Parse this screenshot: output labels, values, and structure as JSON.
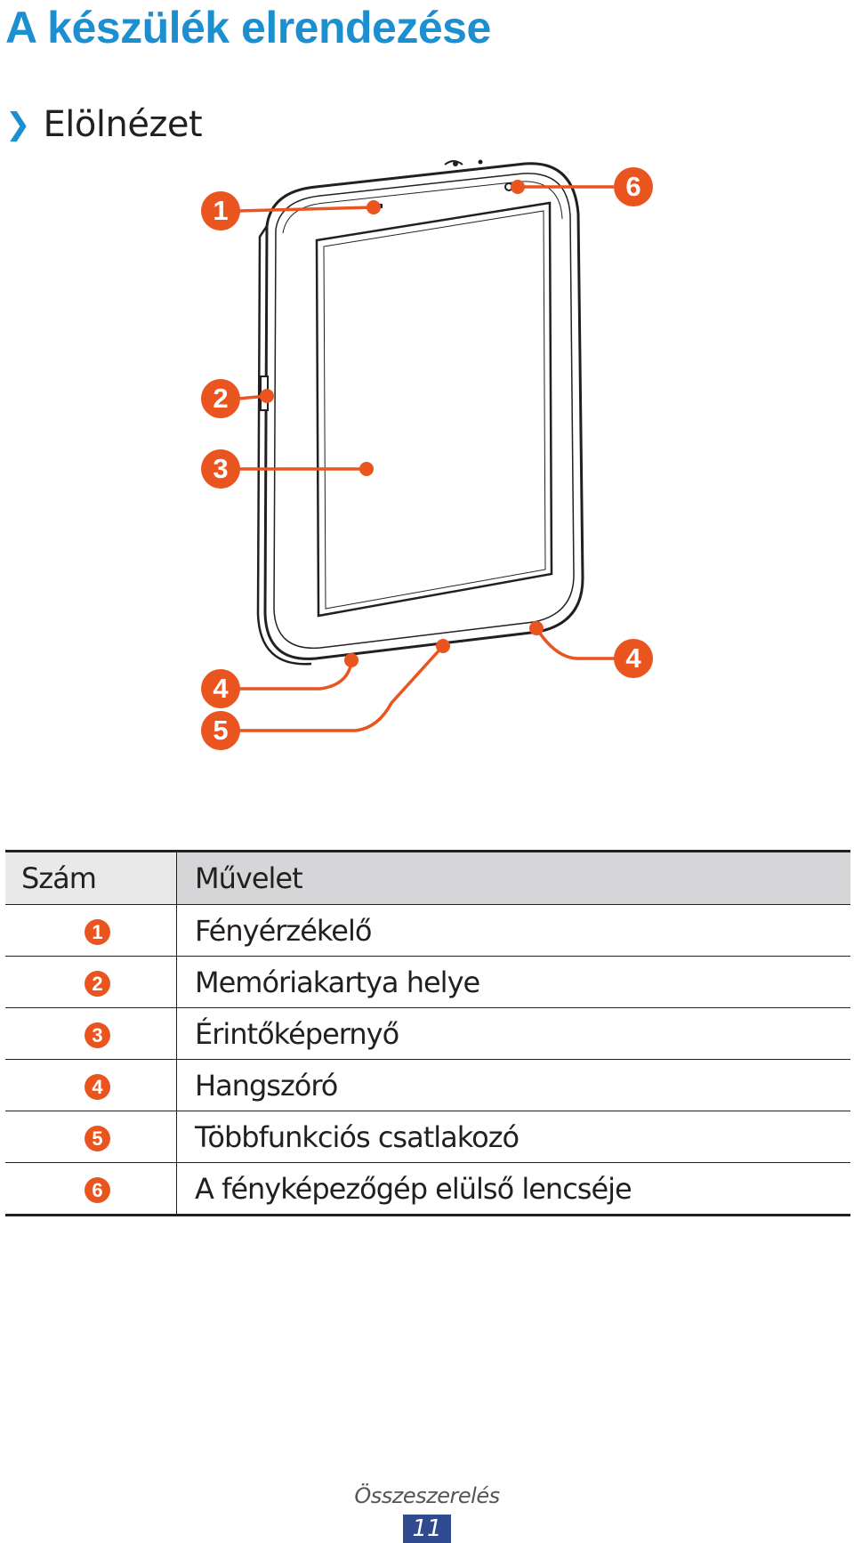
{
  "page": {
    "title": "A készülék elrendezése"
  },
  "section": {
    "chevron": "❯",
    "title": "Elölnézet"
  },
  "figure": {
    "callouts": [
      {
        "label": "1",
        "target": "light-sensor"
      },
      {
        "label": "2",
        "target": "memory-card-slot"
      },
      {
        "label": "3",
        "target": "touch-screen"
      },
      {
        "label": "4",
        "target": "speaker-bottom-left"
      },
      {
        "label": "5",
        "target": "multifunction-jack"
      },
      {
        "label": "6",
        "target": "front-camera-lens"
      },
      {
        "label": "4",
        "target": "speaker-bottom-right"
      }
    ]
  },
  "table": {
    "headers": [
      "Szám",
      "Művelet"
    ],
    "rows": [
      {
        "num": "1",
        "action": "Fényérzékelő"
      },
      {
        "num": "2",
        "action": "Memóriakartya helye"
      },
      {
        "num": "3",
        "action": "Érintőképernyő"
      },
      {
        "num": "4",
        "action": "Hangszóró"
      },
      {
        "num": "5",
        "action": "Többfunkciós csatlakozó"
      },
      {
        "num": "6",
        "action": "A fényképezőgép elülső lencséje"
      }
    ]
  },
  "footer": {
    "section": "Összeszerelés",
    "page_number": "11"
  },
  "colors": {
    "title_blue": "#1b8fd0",
    "callout_orange": "#e9541f",
    "header_gray": "#d6d6d8",
    "page_badge_navy": "#2f4a8e"
  }
}
